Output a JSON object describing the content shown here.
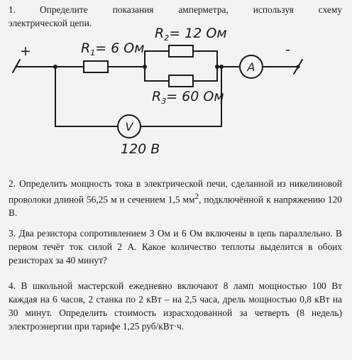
{
  "tasks": [
    {
      "number": "1.",
      "line1": "Определите показания амперметра, используя схему",
      "line2": "электрической цепи."
    },
    {
      "number": "2.",
      "text_before": "Определить мощность тока в электрической печи, сделанной из никелиновой проволоки длиной 56,25 м и сечением 1,5 мм",
      "superscript": "2",
      "text_after": ", подключённой к напряжению 120 В."
    },
    {
      "number": "3.",
      "text": "Два резистора сопротивлением 3 Ом и 6 Ом включены в цепь параллельно. В первом течёт ток силой 2 А. Какое количество теплоты выделится в обоих резисторах за 40 минут?"
    },
    {
      "number": "4.",
      "text": "В школьной мастерской ежедневно включают 8 ламп мощностью 100 Вт каждая на 6 часов, 2 станка по 2 кВт – на 2,5 часа, дрель мощностью 0,8 кВт на 30 минут. Определить стоимость израсходованной за четверть (8 недель) электроэнергии при тарифе 1,25 руб/кВт·ч."
    }
  ],
  "circuit": {
    "terminal_plus": "+",
    "terminal_minus": "-",
    "r1": {
      "letter": "R",
      "sub": "1",
      "value": "= 6 Ом"
    },
    "r2": {
      "letter": "R",
      "sub": "2",
      "value": "= 12 Ом"
    },
    "r3": {
      "letter": "R",
      "sub": "3",
      "value": "= 60 Ом"
    },
    "ammeter_symbol": "A",
    "voltmeter_symbol": "V",
    "voltage_label": "120 В"
  }
}
